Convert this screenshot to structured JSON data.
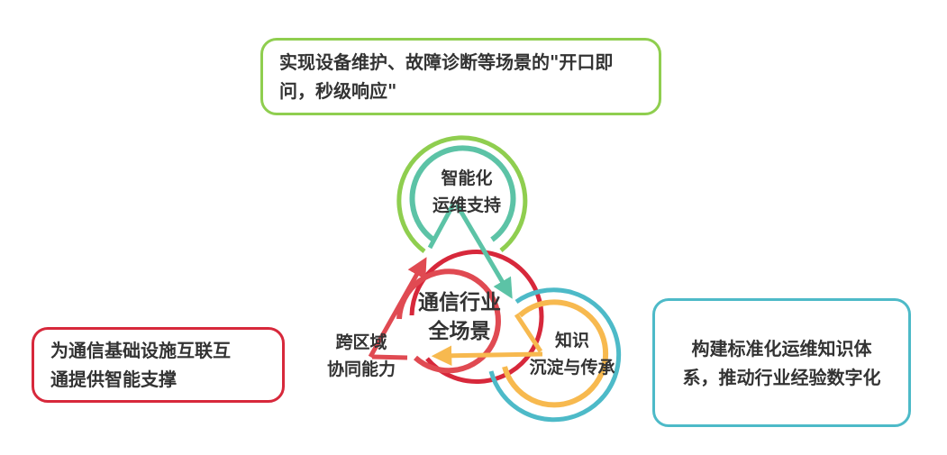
{
  "center": {
    "line1": "通信行业",
    "line2": "全场景"
  },
  "nodes": {
    "top": {
      "line1": "智能化",
      "line2": "运维支持"
    },
    "left": {
      "line1": "跨区域",
      "line2": "协同能力"
    },
    "right": {
      "line1": "知识",
      "line2": "沉淀与传承"
    }
  },
  "callouts": {
    "top": {
      "line1": "实现设备维护、故障诊断等场景的\"开口即",
      "line2": "问，秒级响应\""
    },
    "left": {
      "line1": "为通信基础设施互联互",
      "line2": "通提供智能支撑"
    },
    "right": {
      "line1": "构建标准化运维知识体",
      "line2": "系，推动行业经验数字化"
    }
  },
  "colors": {
    "green": "#8fce4f",
    "teal": "#5cc3a6",
    "red": "#d7283b",
    "red_inner": "#e04a52",
    "cyan": "#4dbac8",
    "orange": "#f7b94f",
    "text": "#333333"
  }
}
